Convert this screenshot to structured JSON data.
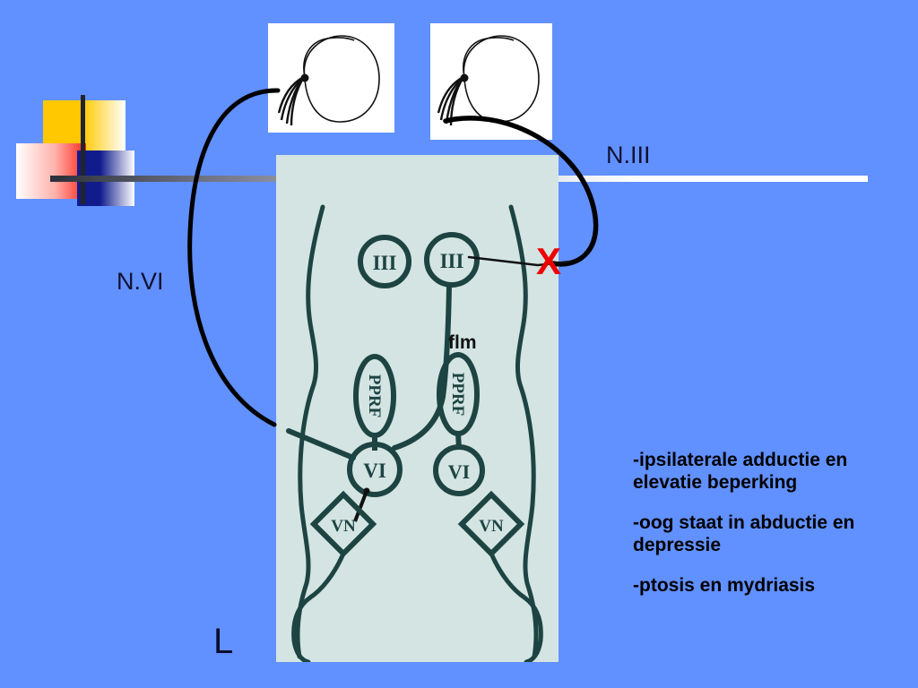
{
  "slide": {
    "background_color": "#6190ff",
    "side_marker": "L"
  },
  "labels": {
    "nerve_three": "N.III",
    "nerve_six": "N.VI",
    "lesion_marker": "X",
    "lesion_color": "#ee0000"
  },
  "brainstem_diagram": {
    "background_color": "#d3e4e2",
    "ink_color": "#1d4442",
    "nuclei": [
      {
        "name": "oculomotor-nucleus-left",
        "label": "III",
        "shape": "circle"
      },
      {
        "name": "oculomotor-nucleus-right",
        "label": "III",
        "shape": "circle"
      },
      {
        "name": "pprf-left",
        "label": "PPRF",
        "shape": "ellipse"
      },
      {
        "name": "pprf-right",
        "label": "PPRF",
        "shape": "ellipse"
      },
      {
        "name": "abducens-nucleus-left",
        "label": "VI",
        "shape": "circle"
      },
      {
        "name": "abducens-nucleus-right",
        "label": "VI",
        "shape": "circle"
      },
      {
        "name": "vestibular-nucleus-left",
        "label": "VN",
        "shape": "diamond"
      },
      {
        "name": "vestibular-nucleus-right",
        "label": "VN",
        "shape": "diamond"
      }
    ],
    "tract_label": "flm"
  },
  "eyes": [
    {
      "name": "eye-drawing-left",
      "description": "eye with lashes"
    },
    {
      "name": "eye-drawing-right",
      "description": "eye with lashes"
    }
  ],
  "symptoms": [
    "-ipsilaterale adductie en elevatie beperking",
    "-oog staat in abductie en depressie",
    "-ptosis en mydriasis"
  ]
}
